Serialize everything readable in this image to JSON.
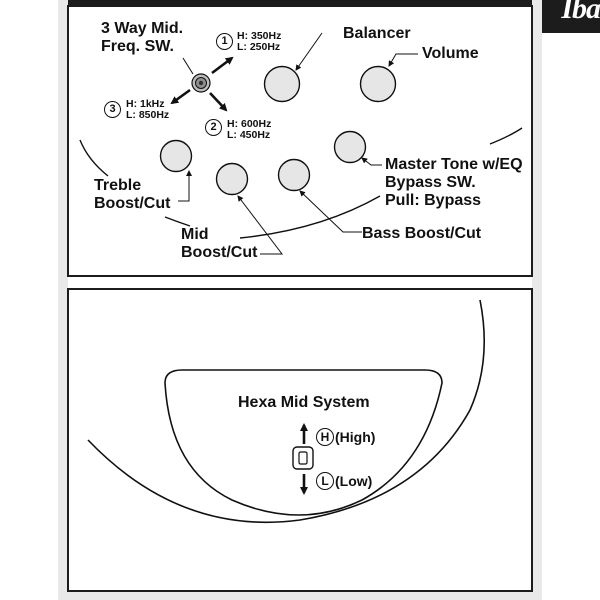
{
  "brand": "Iba",
  "top_panel": {
    "three_way": {
      "line1": "3 Way Mid.",
      "line2": "Freq. SW."
    },
    "positions": [
      {
        "num": "1",
        "h": "H: 350Hz",
        "l": "L: 250Hz"
      },
      {
        "num": "2",
        "h": "H: 600Hz",
        "l": "L: 450Hz"
      },
      {
        "num": "3",
        "h": "H: 1kHz",
        "l": "L: 850Hz"
      }
    ],
    "balancer": "Balancer",
    "volume": "Volume",
    "treble": {
      "line1": "Treble",
      "line2": "Boost/Cut"
    },
    "mid": {
      "line1": "Mid",
      "line2": "Boost/Cut"
    },
    "bass": "Bass Boost/Cut",
    "master_tone": {
      "line1": "Master Tone w/EQ",
      "line2": "Bypass SW.",
      "line3": "Pull: Bypass"
    }
  },
  "bottom_panel": {
    "title": "Hexa Mid System",
    "high": {
      "letter": "H",
      "text": "(High)"
    },
    "low": {
      "letter": "L",
      "text": "(Low)"
    }
  },
  "colors": {
    "ink": "#1c1c1c",
    "knob": "#e6e6e6",
    "frame": "#e9e9e9"
  },
  "icons": [
    "knob-icon",
    "rotary-switch-icon",
    "toggle-switch-icon",
    "arrow-up-icon",
    "arrow-down-icon"
  ]
}
